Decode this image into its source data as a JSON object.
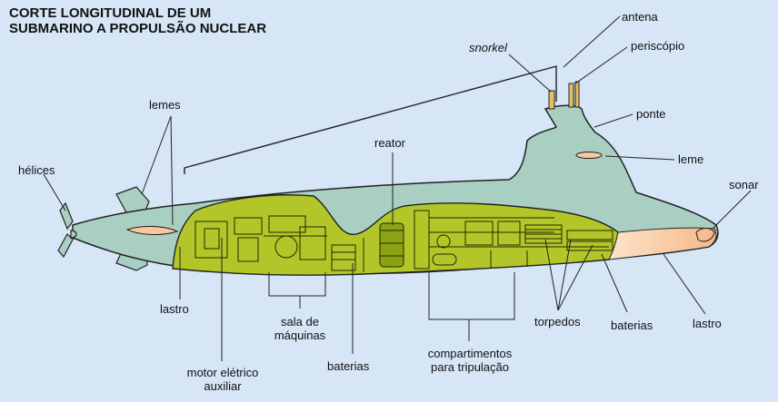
{
  "title": {
    "line1": "CORTE LONGITUDINAL DE UM",
    "line2": "SUBMARINO A PROPULSÃO NUCLEAR"
  },
  "labels": {
    "antena": "antena",
    "snorkel": "snorkel",
    "periscopio": "periscópio",
    "lemes": "lemes",
    "ponte": "ponte",
    "reator": "reator",
    "leme": "leme",
    "helices": "hélices",
    "sonar": "sonar",
    "lastro_rear": "lastro",
    "sala_de_maquinas_1": "sala de",
    "sala_de_maquinas_2": "máquinas",
    "torpedos": "torpedos",
    "baterias_front": "baterias",
    "lastro_front": "lastro",
    "baterias_mid": "baterias",
    "compartimentos_1": "compartimentos",
    "compartimentos_2": "para tripulação",
    "motor_1": "motor elétrico",
    "motor_2": "auxiliar"
  },
  "colors": {
    "background": "#d6e6f6",
    "hull": "#a9cfc3",
    "interior": "#b2c629",
    "bow": "#f9c79d",
    "line": "#333333"
  }
}
